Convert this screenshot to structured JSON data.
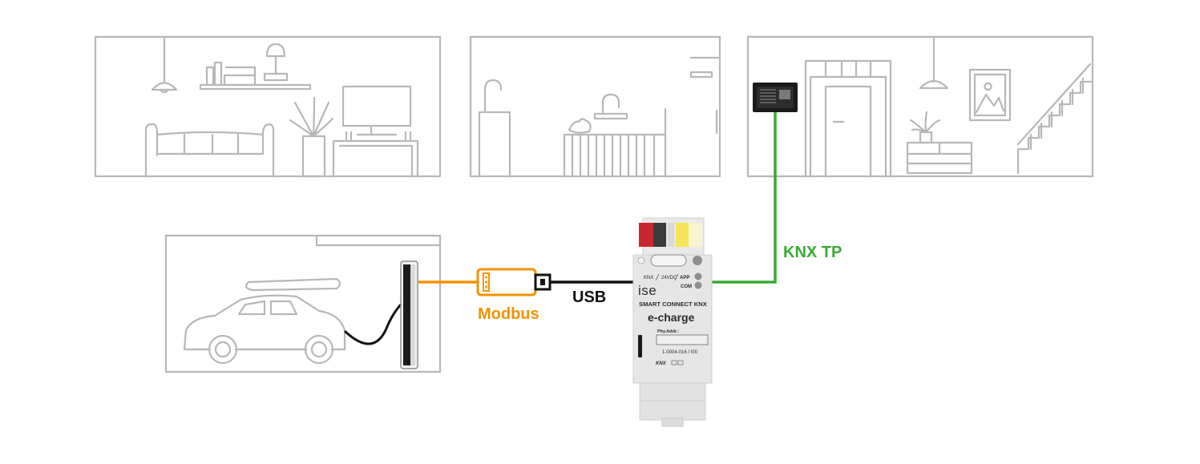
{
  "connections": {
    "modbus_label": "Modbus",
    "usb_label": "USB",
    "knx_label": "KNX TP"
  },
  "device": {
    "terminal_knx": "KNX",
    "terminal_24vdc": "24VDC",
    "led_app": "APP",
    "led_com": "COM",
    "brand": "ise",
    "model_line": "SMART CONNECT KNX",
    "product_name": "e-charge",
    "phys_addr_label": "Phy.Addr.:",
    "part_number": "1-0004-016 / I00",
    "knx_logo": "KNX"
  },
  "colors": {
    "modbus": "#f39200",
    "usb": "#111111",
    "knx_tp": "#3aaa35",
    "sketch": "#b7b7b7",
    "device_body": "#e6e6e6",
    "terminal_red": "#c8282d",
    "terminal_yellow": "#f4e55a"
  },
  "icons": [
    "wallbox-icon",
    "usb-stick-icon",
    "knx-touch-panel-icon",
    "car-icon"
  ]
}
